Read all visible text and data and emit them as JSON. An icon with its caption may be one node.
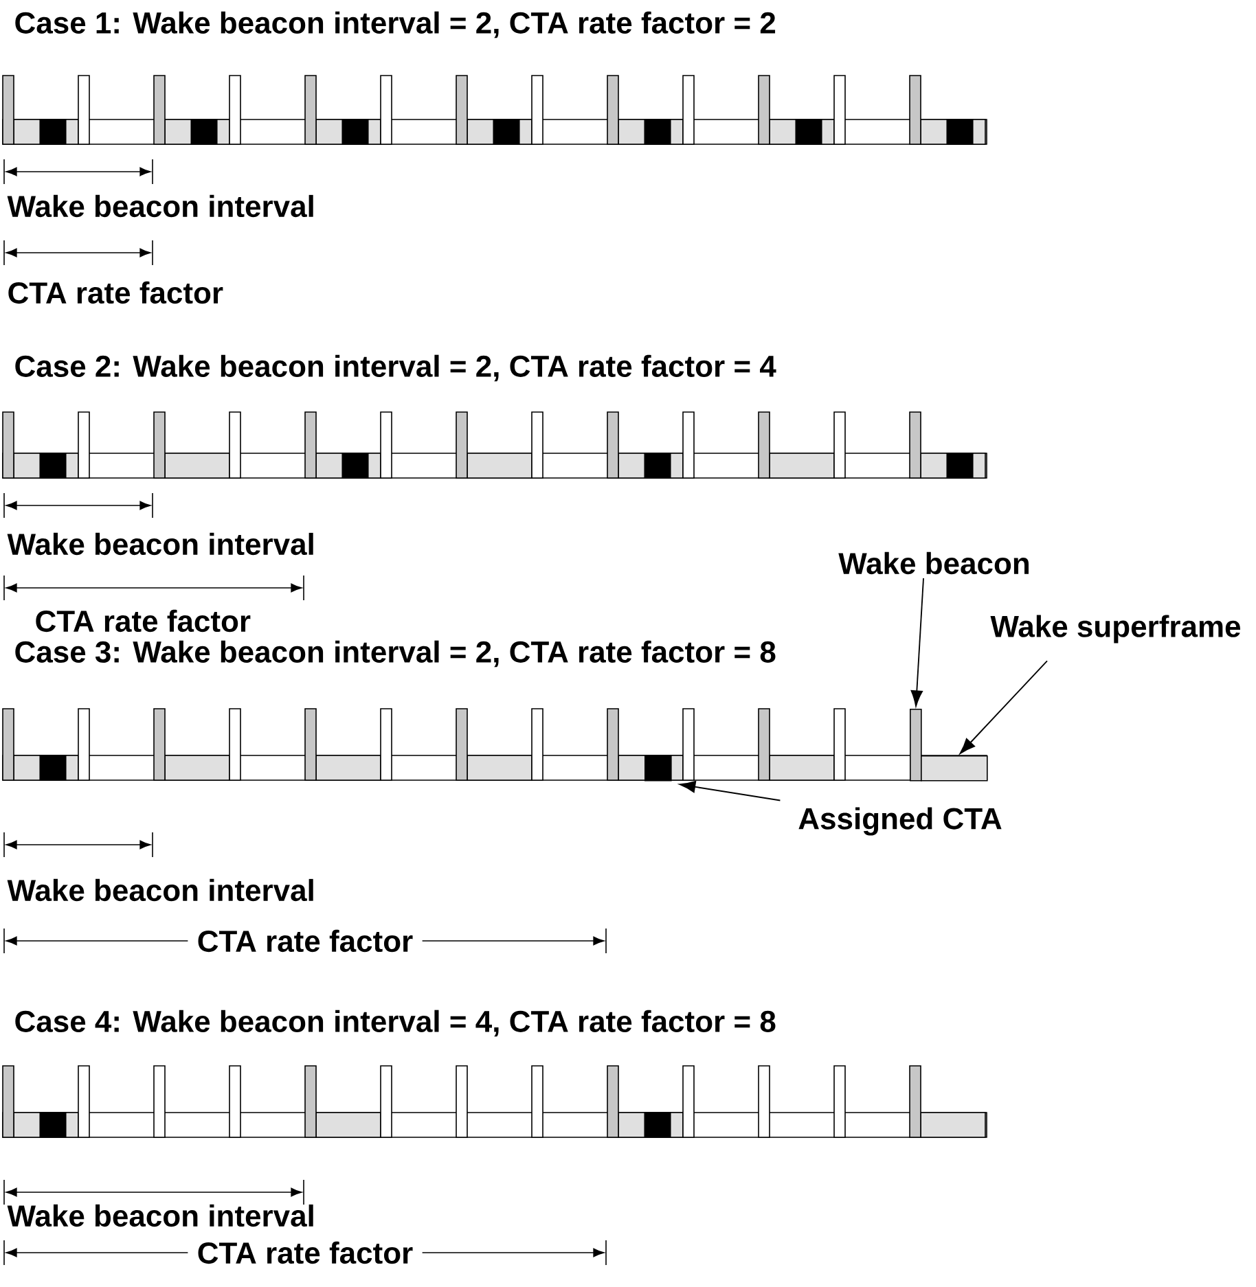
{
  "diagram": {
    "nodes": [
      {
        "text": [
          "Wake beacon"
        ]
      },
      {
        "text": [
          "Wake superframe"
        ]
      },
      {
        "text": [
          "Assigned CTA"
        ]
      },
      {
        "text": [],
        "shape": "bar"
      },
      {
        "text": [],
        "shape": "box"
      },
      {
        "text": [],
        "shape": "box"
      }
    ],
    "edges": [
      {
        "from": 0,
        "to": 3,
        "arrow": "to"
      },
      {
        "from": 1,
        "to": 5,
        "arrow": "to"
      },
      {
        "from": 2,
        "to": 4,
        "arrow": "to"
      }
    ],
    "labels": [
      "Case 1: Wake beacon interval = 2, CTA rate factor = 2",
      "Wake beacon interval",
      "CTA rate factor",
      "Case 2: Wake beacon interval = 2, CTA rate factor = 4",
      "Wake beacon interval",
      "CTA rate factor",
      "Case 3: Wake beacon interval = 2, CTA rate factor = 8",
      "Wake beacon interval",
      "CTA rate factor",
      "Case 4: Wake beacon interval = 4, CTA rate factor = 8",
      "Wake beacon interval",
      "CTA rate factor"
    ]
  }
}
